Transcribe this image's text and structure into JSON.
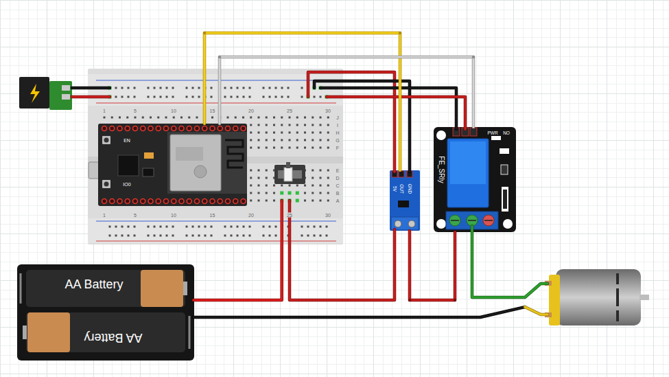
{
  "diagram": {
    "nodes": [
      {
        "text": [
          "EN",
          "IO0"
        ]
      },
      {
        "text": [
          "5V",
          "OUT",
          "GND"
        ]
      },
      {
        "text": [
          "FE_SRly",
          "PWR",
          "NO"
        ]
      },
      {
        "text": [
          "AA Battery"
        ]
      },
      {
        "text": [
          "AA Battery"
        ]
      }
    ],
    "edges": [
      {
        "from": 0,
        "to": 1,
        "arrow": "none"
      },
      {
        "from": 0,
        "to": 2,
        "arrow": "none"
      },
      {
        "from": 1,
        "to": 2,
        "arrow": "none"
      }
    ],
    "labels": [
      "1",
      "5",
      "10",
      "15",
      "20",
      "25",
      "30",
      "1",
      "5",
      "10",
      "15",
      "20",
      "25",
      "30",
      "J",
      "I",
      "H",
      "G",
      "F",
      "E",
      "D",
      "C",
      "B",
      "A"
    ]
  }
}
